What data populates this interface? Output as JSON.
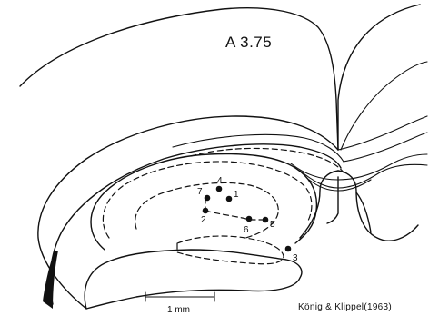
{
  "figure": {
    "section_label": "A 3.75",
    "scale_bar_label": "1 mm",
    "credit": "König & Klippel(1963)"
  },
  "points": [
    {
      "label": "1"
    },
    {
      "label": "2"
    },
    {
      "label": "3"
    },
    {
      "label": "4"
    },
    {
      "label": "5"
    },
    {
      "label": "6"
    },
    {
      "label": "7"
    }
  ],
  "colors": {
    "ink": "#111111",
    "background": "#ffffff"
  }
}
